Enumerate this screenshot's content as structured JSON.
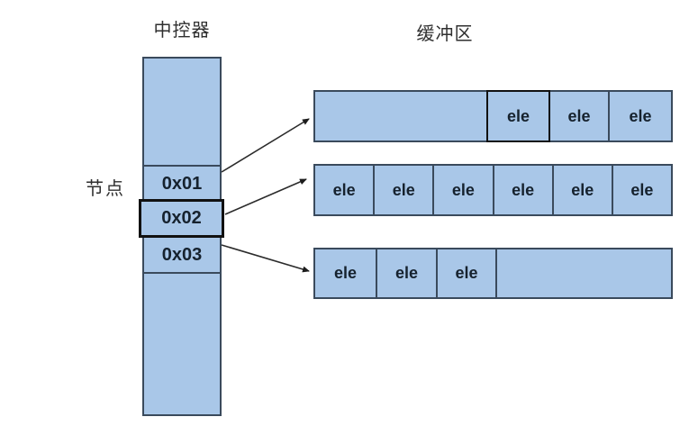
{
  "titles": {
    "controller": "中控器",
    "buffer": "缓冲区"
  },
  "labels": {
    "node": "节点"
  },
  "controller": {
    "cells": [
      {
        "label": "",
        "role": "empty-slot-top"
      },
      {
        "label": "0x01"
      },
      {
        "label": "0x02",
        "highlighted": true
      },
      {
        "label": "0x03"
      },
      {
        "label": "",
        "role": "empty-slot-bottom"
      }
    ]
  },
  "buffers": {
    "rows": [
      {
        "cells": [
          {
            "label": "",
            "empty": true
          },
          {
            "label": "ele",
            "highlighted": true
          },
          {
            "label": "ele"
          },
          {
            "label": "ele"
          }
        ]
      },
      {
        "cells": [
          {
            "label": "ele"
          },
          {
            "label": "ele"
          },
          {
            "label": "ele"
          },
          {
            "label": "ele"
          },
          {
            "label": "ele"
          },
          {
            "label": "ele"
          }
        ]
      },
      {
        "cells": [
          {
            "label": "ele"
          },
          {
            "label": "ele"
          },
          {
            "label": "ele"
          },
          {
            "label": "",
            "empty": true
          }
        ]
      }
    ]
  },
  "connections": [
    {
      "from": "0x01",
      "to": "buffer-row-1"
    },
    {
      "from": "0x02",
      "to": "buffer-row-2"
    },
    {
      "from": "0x03",
      "to": "buffer-row-3"
    }
  ],
  "colors": {
    "cell_fill": "#a9c7e8",
    "cell_border": "#3a4a5c",
    "highlight_border": "#111111",
    "text": "#16222e",
    "background": "#ffffff"
  }
}
